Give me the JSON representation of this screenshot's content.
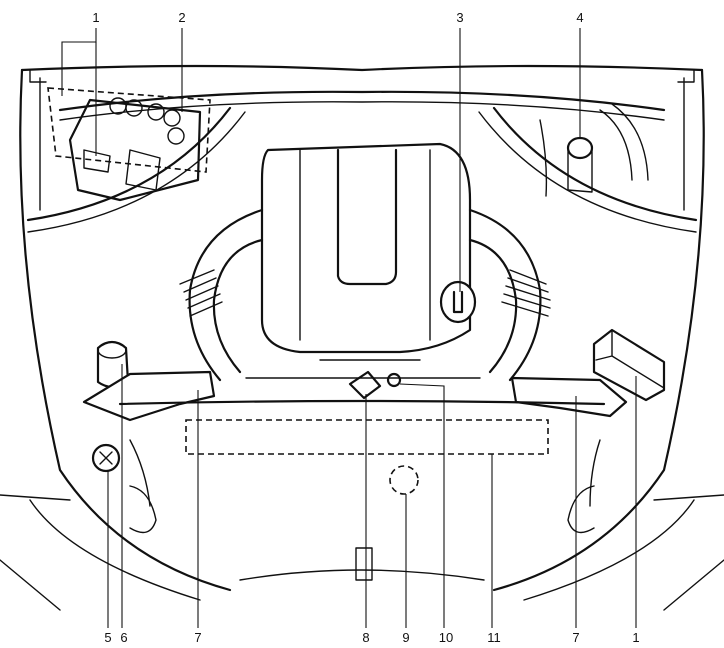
{
  "callouts": {
    "c1_top": "1",
    "c2": "2",
    "c3": "3",
    "c4": "4",
    "c5": "5",
    "c6": "6",
    "c7_left": "7",
    "c8": "8",
    "c9": "9",
    "c10": "10",
    "c11": "11",
    "c7_right": "7",
    "c1_right": "1"
  }
}
